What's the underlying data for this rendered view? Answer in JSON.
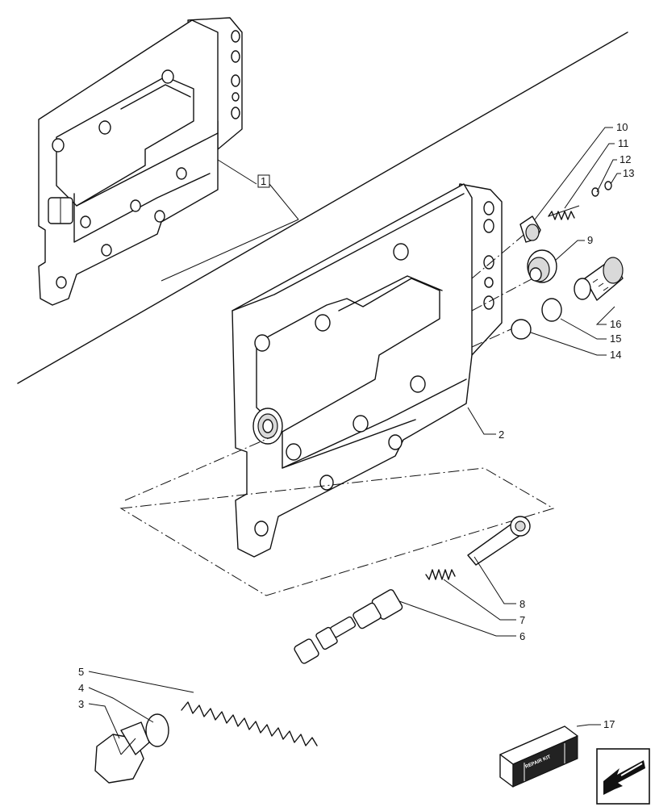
{
  "callouts": {
    "c1": "1",
    "c2": "2",
    "c3": "3",
    "c4": "4",
    "c5": "5",
    "c6": "6",
    "c7": "7",
    "c8": "8",
    "c9": "9",
    "c10": "10",
    "c11": "11",
    "c12": "12",
    "c13": "13",
    "c14": "14",
    "c15": "15",
    "c16": "16",
    "c17": "17"
  },
  "kit_label": "REPAIR KIT",
  "icons": {
    "nav": "arrow-left-down-icon",
    "kit": "repair-kit-box-icon"
  }
}
